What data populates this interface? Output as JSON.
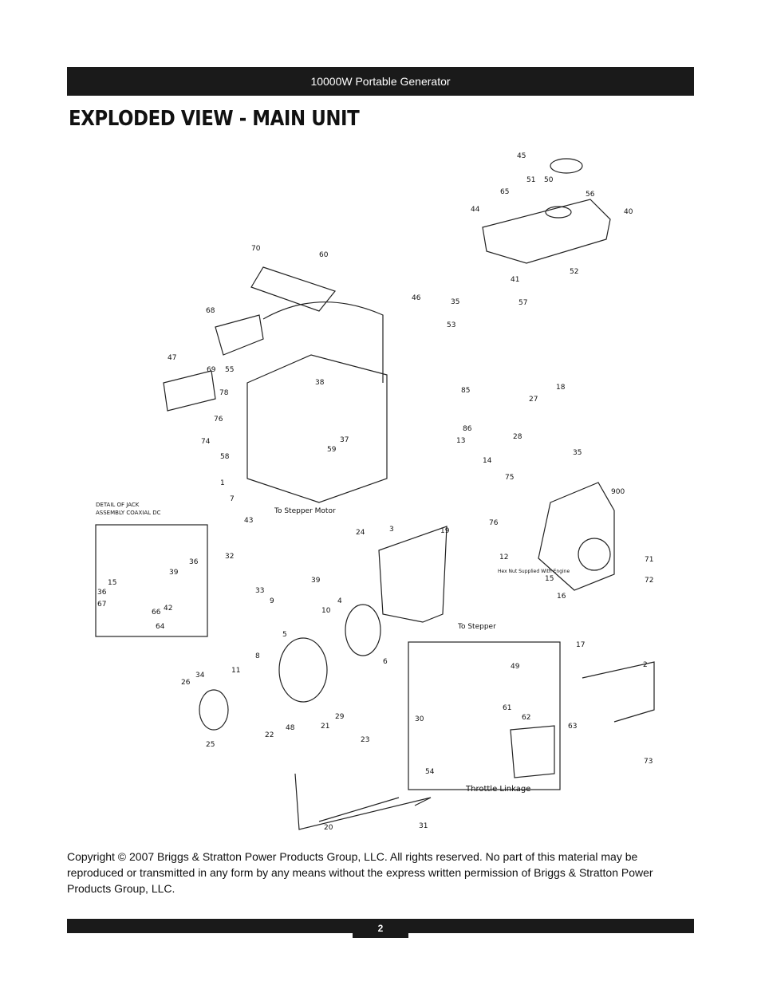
{
  "header": {
    "title": "10000W Portable Generator"
  },
  "page_title": "EXPLODED VIEW - MAIN UNIT",
  "diagram": {
    "callouts": [
      "45",
      "51",
      "50",
      "56",
      "65",
      "44",
      "40",
      "52",
      "70",
      "60",
      "41",
      "57",
      "35",
      "46",
      "53",
      "68",
      "47",
      "69",
      "55",
      "38",
      "85",
      "78",
      "76",
      "74",
      "86",
      "37",
      "59",
      "58",
      "1",
      "7",
      "27",
      "18",
      "28",
      "13",
      "35",
      "14",
      "75",
      "900",
      "24",
      "3",
      "19",
      "76",
      "12",
      "15",
      "43",
      "32",
      "33",
      "39",
      "71",
      "72",
      "16",
      "17",
      "2",
      "9",
      "4",
      "10",
      "5",
      "8",
      "6",
      "11",
      "26",
      "34",
      "25",
      "22",
      "48",
      "21",
      "29",
      "49",
      "61",
      "62",
      "30",
      "54",
      "63",
      "73",
      "23",
      "20",
      "31"
    ],
    "detail_title_line1": "DETAIL OF JACK",
    "detail_title_line2": "ASSEMBLY COAXIAL DC",
    "detail_callouts": [
      "36",
      "39",
      "15",
      "36",
      "67",
      "66",
      "42",
      "64"
    ],
    "to_stepper_motor": "To Stepper Motor",
    "to_stepper": "To Stepper",
    "hex_nut_note": "Hex Nut Supplied With Engine",
    "throttle_linkage": "Throttle Linkage"
  },
  "copyright": "Copyright © 2007 Briggs & Stratton Power Products Group, LLC.  All rights reserved.  No part of this material may be reproduced or transmitted in any form by any means without the express written permission of Briggs & Stratton Power Products Group, LLC.",
  "footer": {
    "page_number": "2"
  }
}
